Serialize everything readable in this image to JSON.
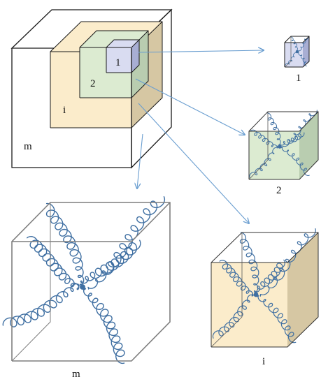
{
  "labels": {
    "inner_box": "1",
    "middle_box": "2",
    "intermediate_box": "i",
    "outer_box": "m",
    "zoom_1": "1",
    "zoom_2": "2",
    "zoom_i": "i",
    "zoom_m": "m"
  },
  "colors": {
    "outline_dark": "#1a1a1a",
    "outline_gray": "#7f7f7f",
    "box_i_fill": "#fbeccb",
    "box_i_side": "#d6c7a3",
    "box_2_fill": "#dcebd1",
    "box_2_side": "#b9cdb0",
    "box_1_fill": "#d9dcf1",
    "box_1_side": "#a8aed3",
    "chain": "#3f6fa2",
    "arrow": "#6a9ed0"
  }
}
